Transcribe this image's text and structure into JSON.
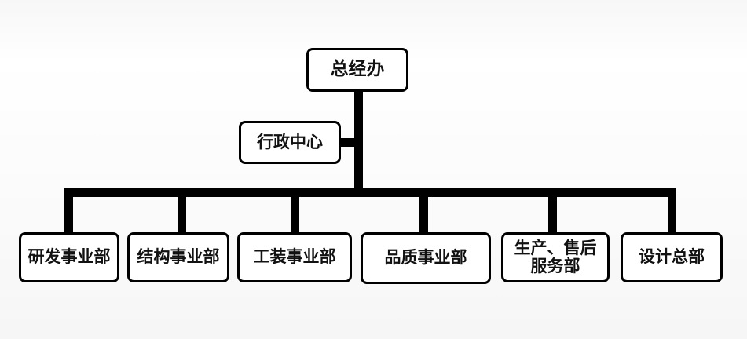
{
  "org_chart": {
    "top": "总经办",
    "side": "行政中心",
    "departments": [
      {
        "label": "研发事业部"
      },
      {
        "label": "结构事业部"
      },
      {
        "label": "工装事业部"
      },
      {
        "label": "品质事业部"
      },
      {
        "label": "生产、售后",
        "label_line2": "服务部"
      },
      {
        "label": "设计总部"
      }
    ]
  }
}
